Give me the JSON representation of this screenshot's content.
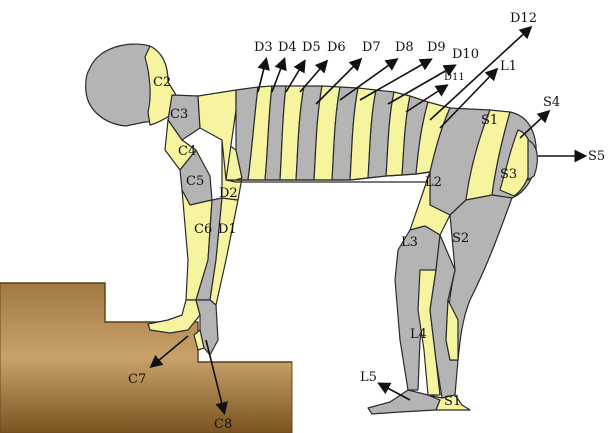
{
  "colors": {
    "gray": "#b4b4b4",
    "yellow": "#f7f4a0",
    "stair_top": "#b89460",
    "stair_dark": "#6b4a1d",
    "ink": "#111111"
  },
  "labels": {
    "c2": "C2",
    "c3": "C3",
    "c4": "C4",
    "c5": "C5",
    "c6": "C6",
    "c7": "C7",
    "c8": "C8",
    "d1": "D1",
    "d2": "D2",
    "d3": "D3",
    "d4": "D4",
    "d5": "D5",
    "d6": "D6",
    "d7": "D7",
    "d8": "D8",
    "d9": "D9",
    "d10": "D10",
    "d11": "D11",
    "d12": "D12",
    "l1": "L1",
    "l2": "L2",
    "l3": "L3",
    "l4": "L4",
    "l5": "L5",
    "s1_hip": "S1",
    "s1_foot": "S1",
    "s2": "S2",
    "s3": "S3",
    "s4": "S4",
    "s5": "S5"
  },
  "icons": {
    "stairs": "stairs-illustration",
    "figure": "human-figure-dermatome"
  }
}
